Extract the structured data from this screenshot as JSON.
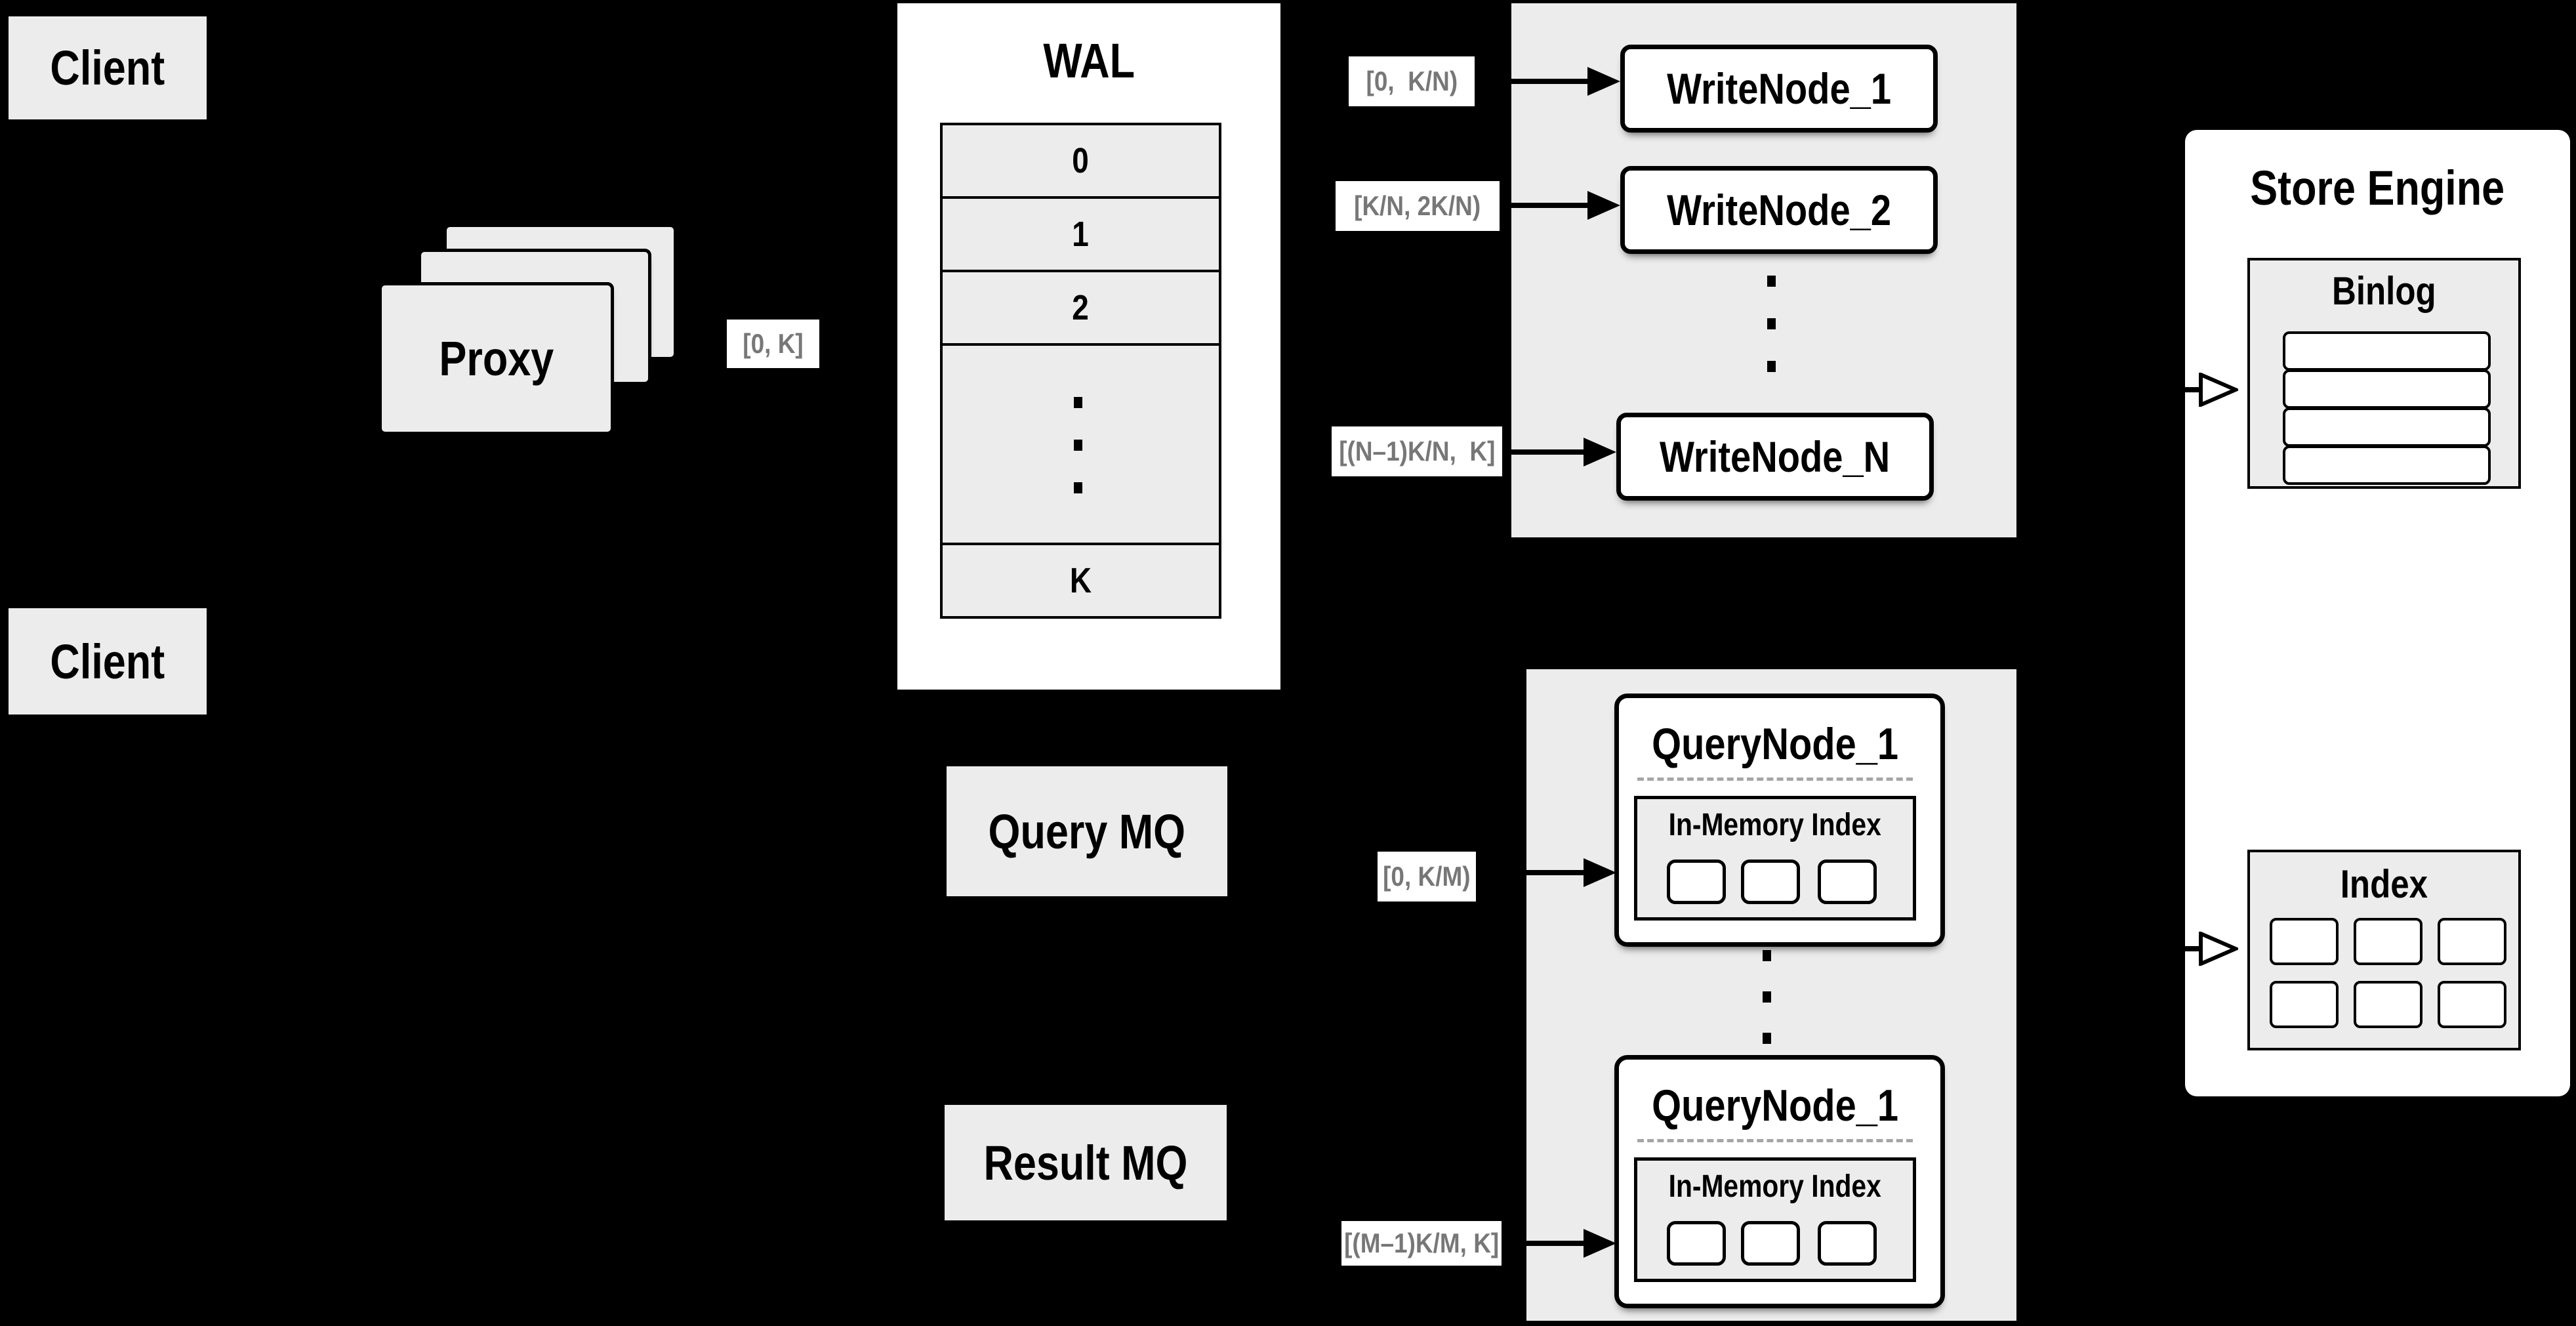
{
  "colors": {
    "background": "#000000",
    "panel_gray": "#ececec",
    "box_white": "#ffffff",
    "border_black": "#000000",
    "range_label_text": "#777777",
    "dashed_separator": "#a6a6a6"
  },
  "clients": {
    "top_label": "Client",
    "bottom_label": "Client"
  },
  "proxy": {
    "label": "Proxy",
    "range_out": "[0, K]"
  },
  "wal": {
    "title": "WAL",
    "rows": [
      "0",
      "1",
      "2",
      "K"
    ]
  },
  "mq": {
    "query_label": "Query MQ",
    "result_label": "Result MQ"
  },
  "write_cluster": {
    "nodes": [
      "WriteNode_1",
      "WriteNode_2",
      "WriteNode_N"
    ],
    "ranges": [
      "[0,  K/N)",
      "[K/N, 2K/N)",
      "[(N–1)K/N,  K]"
    ]
  },
  "query_cluster": {
    "nodes": [
      {
        "title": "QueryNode_1",
        "subtitle": "In-Memory Index"
      },
      {
        "title": "QueryNode_1",
        "subtitle": "In-Memory Index"
      }
    ],
    "ranges": [
      "[0, K/M)",
      "[(M–1)K/M, K]"
    ]
  },
  "store_engine": {
    "title": "Store Engine",
    "binlog_title": "Binlog",
    "index_title": "Index"
  },
  "icons": {
    "vertical_dots": "vertical-ellipsis",
    "solid_arrow": "solid-right-arrow",
    "open_arrow": "open-right-arrow"
  }
}
